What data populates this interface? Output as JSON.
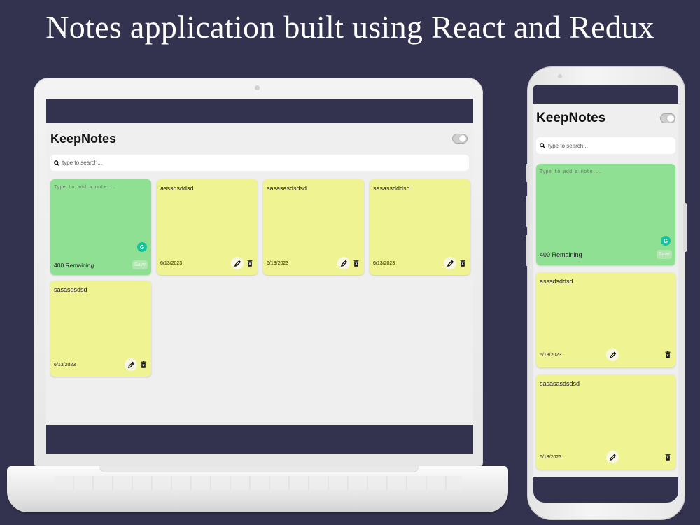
{
  "headline": "Notes application built using React and Redux",
  "app": {
    "title": "KeepNotes",
    "search_placeholder": "type to search...",
    "new_note": {
      "placeholder": "Type to add a note...",
      "remaining": "400 Remaining",
      "save_label": "Save"
    },
    "notes": [
      {
        "text": "asssdsddsd",
        "date": "6/13/2023"
      },
      {
        "text": "sasasasdsdsd",
        "date": "6/13/2023"
      },
      {
        "text": "sasassdddsd",
        "date": "6/13/2023"
      },
      {
        "text": "sasasdsdsd",
        "date": "6/13/2023"
      }
    ]
  },
  "icons": {
    "search": "search-icon",
    "edit": "pencil-icon",
    "delete": "trash-icon",
    "grammar": "grammarly-icon",
    "theme": "toggle-switch",
    "grammarly_glyph": "G"
  },
  "colors": {
    "background": "#33334f",
    "app_background": "#efefef",
    "new_note": "#8fe092",
    "note": "#f0f391",
    "save_button": "#b1e6b1"
  }
}
